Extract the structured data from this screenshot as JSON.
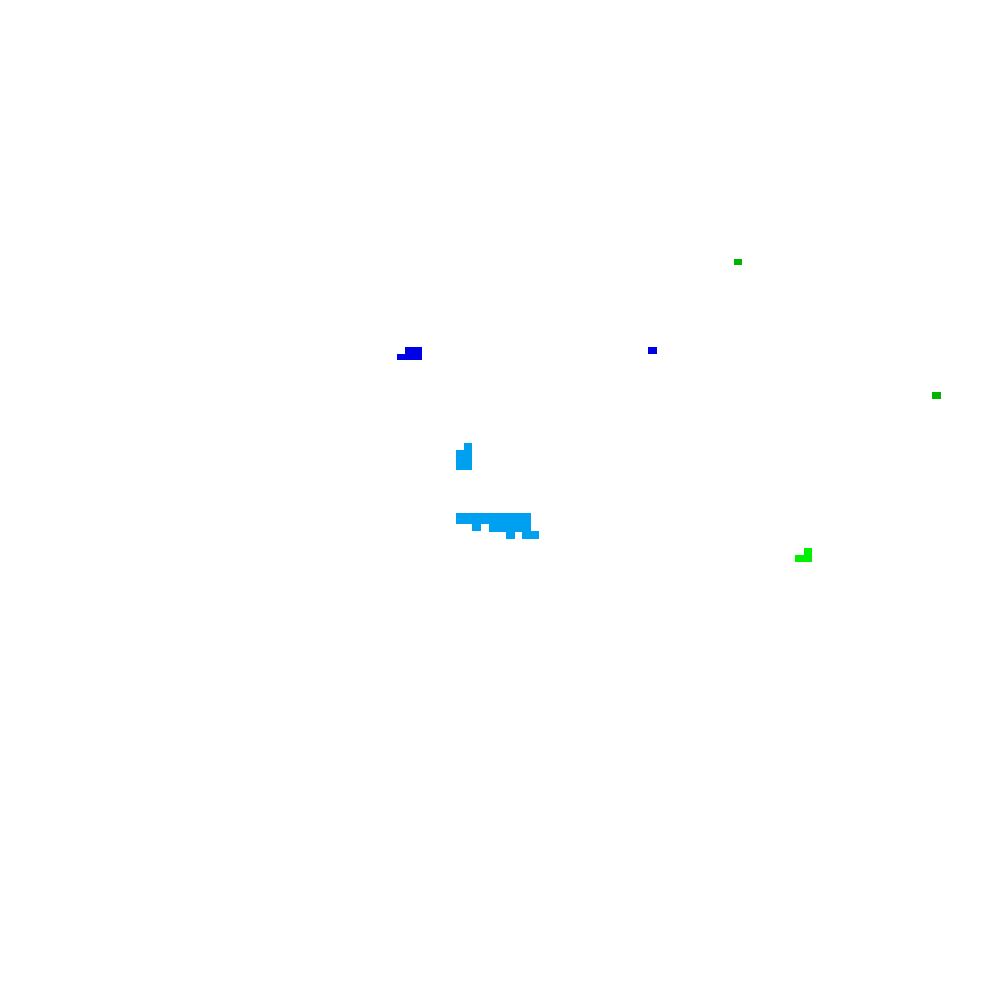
{
  "background": "#ffffff",
  "palette": {
    "deep_blue": "#0000e6",
    "sky_blue": "#00a0f0",
    "green": "#00b400",
    "bright_green": "#00f000"
  },
  "pixel_clusters": [
    {
      "name": "deep-blue-cluster-left",
      "color_key": "deep_blue"
    },
    {
      "name": "deep-blue-dot-center",
      "color_key": "deep_blue"
    },
    {
      "name": "sky-blue-cluster-upper",
      "color_key": "sky_blue"
    },
    {
      "name": "sky-blue-cluster-lower",
      "color_key": "sky_blue"
    },
    {
      "name": "green-dot-top",
      "color_key": "green"
    },
    {
      "name": "green-dot-right",
      "color_key": "green"
    },
    {
      "name": "bright-green-cluster",
      "color_key": "bright_green"
    }
  ]
}
